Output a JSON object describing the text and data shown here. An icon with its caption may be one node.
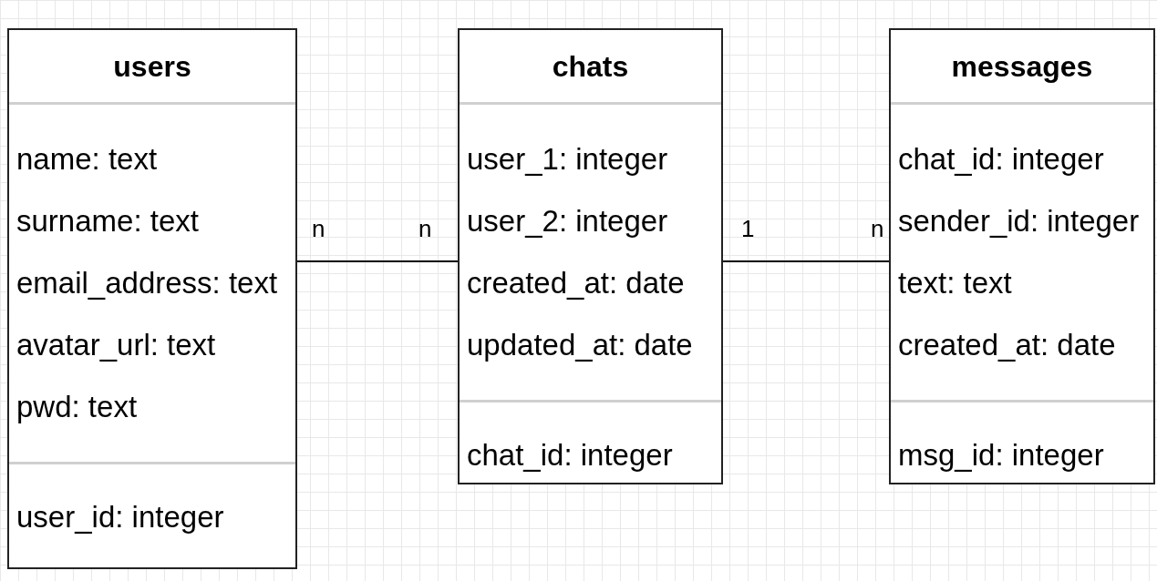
{
  "diagram": {
    "nodes": [
      {
        "text": [
          "users",
          "name: text",
          "surname: text",
          "email_address: text",
          "avatar_url: text",
          "pwd: text",
          "user_id: integer"
        ],
        "beside": [
          "n"
        ]
      },
      {
        "text": [
          "chats",
          "user_1: integer",
          "user_2: integer",
          "created_at: date",
          "updated_at: date",
          "chat_id: integer"
        ],
        "beside": [
          "n",
          "1"
        ]
      },
      {
        "text": [
          "messages",
          "chat_id: integer",
          "sender_id: integer",
          "text: text",
          "created_at: date",
          "msg_id: integer"
        ],
        "beside": [
          "n"
        ]
      }
    ],
    "edges": [
      {
        "from": 0,
        "to": 1,
        "arrow": "none"
      },
      {
        "from": 1,
        "to": 2,
        "arrow": "none"
      }
    ]
  }
}
